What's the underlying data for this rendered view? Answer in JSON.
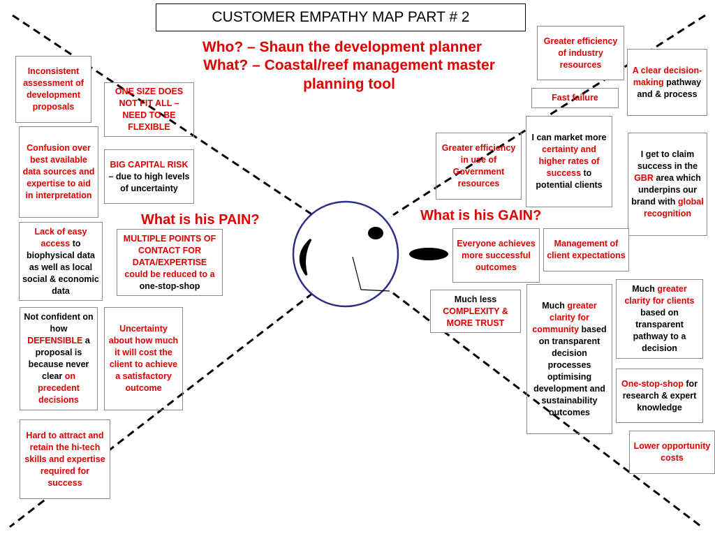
{
  "title": "CUSTOMER EMPATHY MAP PART # 2",
  "header": {
    "who": "Who? – Shaun the development planner",
    "what_line1": "What? – Coastal/reef management master",
    "what_line2": "planning tool"
  },
  "questions": {
    "pain": "What is his PAIN?",
    "gain": "What is his GAIN?"
  },
  "colors": {
    "accent": "#e00000",
    "text": "#000000",
    "face": "#2e2e8a",
    "border": "#8a8a8a"
  },
  "pain_cards": [
    {
      "segments": [
        {
          "t": "Inconsistent assessment of development proposals",
          "red": true
        }
      ]
    },
    {
      "segments": [
        {
          "t": "Confusion over best available data sources and expertise to aid in interpretation",
          "red": true
        }
      ]
    },
    {
      "segments": [
        {
          "t": "Lack of easy access",
          "red": true
        },
        {
          "t": " to biophysical data as well as local social & economic data",
          "red": false
        }
      ]
    },
    {
      "segments": [
        {
          "t": "Not confident on how ",
          "red": false
        },
        {
          "t": "DEFENSIBLE",
          "red": true
        },
        {
          "t": " a proposal is because never clear ",
          "red": false
        },
        {
          "t": "on precedent decisions",
          "red": true
        }
      ]
    },
    {
      "segments": [
        {
          "t": "Hard to attract and retain the hi-tech skills and expertise required for success",
          "red": true
        }
      ]
    },
    {
      "segments": [
        {
          "t": "ONE SIZE DOES NOT FIT ALL – NEED TO BE FLEXIBLE",
          "red": true
        }
      ]
    },
    {
      "segments": [
        {
          "t": "BIG CAPITAL RISK",
          "red": true
        },
        {
          "t": " – due to high levels of uncertainty",
          "red": false
        }
      ]
    },
    {
      "segments": [
        {
          "t": "MULTIPLE POINTS OF CONTACT FOR DATA/EXPERTISE could be reduced to a ",
          "red": true
        },
        {
          "t": "one-stop-shop",
          "red": false
        }
      ]
    },
    {
      "segments": [
        {
          "t": "Uncertainty about how much it will cost the client to achieve a satisfactory outcome",
          "red": true
        }
      ]
    }
  ],
  "gain_cards": [
    {
      "segments": [
        {
          "t": "Greater efficiency of industry resources",
          "red": true
        }
      ]
    },
    {
      "segments": [
        {
          "t": "Fast failure",
          "red": true
        }
      ]
    },
    {
      "segments": [
        {
          "t": "A clear decision-making",
          "red": true
        },
        {
          "t": " pathway and & process",
          "red": false
        }
      ]
    },
    {
      "segments": [
        {
          "t": "I can market more ",
          "red": false
        },
        {
          "t": "certainty and higher rates of success",
          "red": true
        },
        {
          "t": " to potential clients",
          "red": false
        }
      ]
    },
    {
      "segments": [
        {
          "t": "Greater efficiency in use of Government resources",
          "red": true
        }
      ]
    },
    {
      "segments": [
        {
          "t": "I get to claim success in the ",
          "red": false
        },
        {
          "t": "GBR",
          "red": true
        },
        {
          "t": " area which underpins our brand with ",
          "red": false
        },
        {
          "t": "global recognition",
          "red": true
        }
      ]
    },
    {
      "segments": [
        {
          "t": "Everyone achieves more successful outcomes",
          "red": true
        }
      ]
    },
    {
      "segments": [
        {
          "t": "Management of client expectations",
          "red": true
        }
      ]
    },
    {
      "segments": [
        {
          "t": "Much less ",
          "red": false
        },
        {
          "t": "COMPLEXITY & MORE TRUST",
          "red": true
        }
      ]
    },
    {
      "segments": [
        {
          "t": "Much ",
          "red": false
        },
        {
          "t": "greater clarity for community",
          "red": true
        },
        {
          "t": " based on transparent decision processes optimising development and sustainability outcomes",
          "red": false
        }
      ]
    },
    {
      "segments": [
        {
          "t": "Much ",
          "red": false
        },
        {
          "t": "greater clarity for clients",
          "red": true
        },
        {
          "t": " based on transparent pathway to a decision",
          "red": false
        }
      ]
    },
    {
      "segments": [
        {
          "t": "One-stop-shop",
          "red": true
        },
        {
          "t": " for research & expert knowledge",
          "red": false
        }
      ]
    },
    {
      "segments": [
        {
          "t": "Lower opportunity costs",
          "red": true
        }
      ]
    }
  ]
}
